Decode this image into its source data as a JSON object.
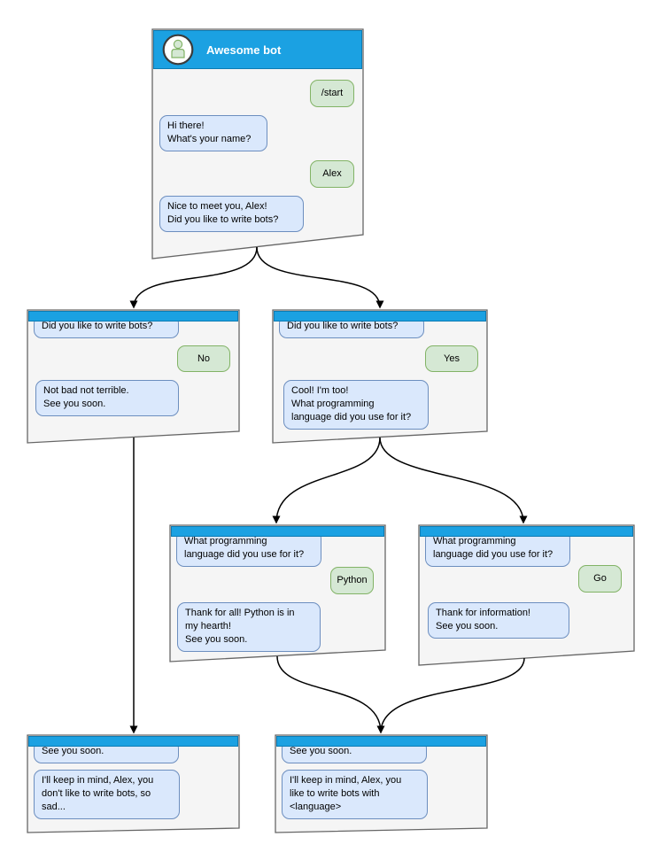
{
  "diagram": {
    "type": "chatbot-conversation-flowchart",
    "colors": {
      "header_blue": "#1ba1e2",
      "header_border": "#0c7bb3",
      "window_body": "#f5f5f5",
      "window_border": "#666666",
      "bot_bubble_fill": "#dae8fc",
      "bot_bubble_border": "#6c8ebf",
      "user_bubble_fill": "#d5e8d4",
      "user_bubble_border": "#82b366",
      "arrow": "#000000",
      "title_text": "#ffffff"
    },
    "windows": {
      "main": {
        "title": "Awesome bot",
        "avatar_icon": "person-icon",
        "messages": [
          {
            "from": "user",
            "text": "/start"
          },
          {
            "from": "bot",
            "text": "Hi there!\nWhat's your name?"
          },
          {
            "from": "user",
            "text": "Alex"
          },
          {
            "from": "bot",
            "text": "Nice to meet you, Alex!\nDid you like to write bots?"
          }
        ]
      },
      "branch_no": {
        "messages": [
          {
            "from": "bot",
            "text": "Did you like to write bots?"
          },
          {
            "from": "user",
            "text": "No"
          },
          {
            "from": "bot",
            "text": "Not bad not terrible.\nSee you soon."
          }
        ]
      },
      "branch_yes": {
        "messages": [
          {
            "from": "bot",
            "text": "Did you like to write bots?"
          },
          {
            "from": "user",
            "text": "Yes"
          },
          {
            "from": "bot",
            "text": "Cool! I'm too!\nWhat programming\nlanguage did you use for it?"
          }
        ]
      },
      "branch_python": {
        "messages": [
          {
            "from": "bot",
            "text": "What programming\nlanguage did you use for it?"
          },
          {
            "from": "user",
            "text": "Python"
          },
          {
            "from": "bot",
            "text": "Thank for all! Python is in\nmy hearth!\nSee you soon."
          }
        ]
      },
      "branch_go": {
        "messages": [
          {
            "from": "bot",
            "text": "What programming\nlanguage did you use for it?"
          },
          {
            "from": "user",
            "text": "Go"
          },
          {
            "from": "bot",
            "text": "Thank for information!\nSee you soon."
          }
        ]
      },
      "end_no": {
        "messages": [
          {
            "from": "bot",
            "text": "See you soon."
          },
          {
            "from": "bot",
            "text": "I'll keep in mind, Alex, you\ndon't like to write bots, so\nsad..."
          }
        ]
      },
      "end_yes": {
        "messages": [
          {
            "from": "bot",
            "text": "See you soon."
          },
          {
            "from": "bot",
            "text": "I'll keep in mind, Alex, you\nlike to write bots with\n<language>"
          }
        ]
      }
    },
    "edges": [
      {
        "name": "main-to-no"
      },
      {
        "name": "main-to-yes"
      },
      {
        "name": "yes-to-python"
      },
      {
        "name": "yes-to-go"
      },
      {
        "name": "no-to-end"
      },
      {
        "name": "python-to-end"
      },
      {
        "name": "go-to-end"
      }
    ]
  }
}
